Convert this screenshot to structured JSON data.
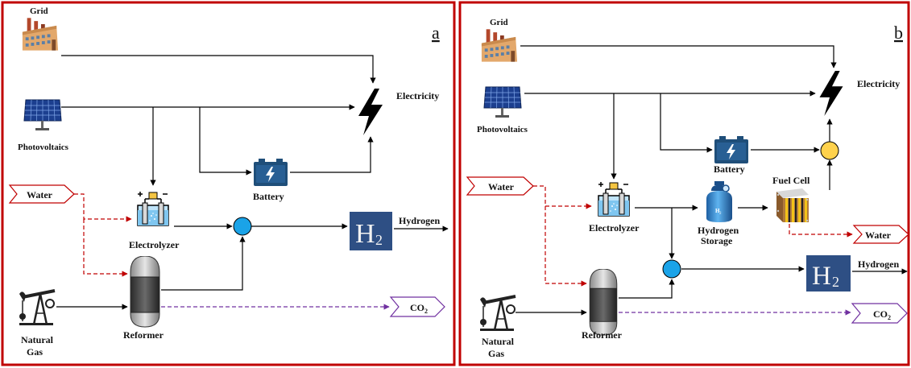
{
  "panels": [
    {
      "letter": "a",
      "labels": {
        "grid": "Grid",
        "photovoltaics": "Photovoltaics",
        "electricity": "Electricity",
        "battery": "Battery",
        "water": "Water",
        "electrolyzer": "Electrolyzer",
        "hydrogen": "Hydrogen",
        "reformer": "Reformer",
        "natural_gas_1": "Natural",
        "natural_gas_2": "Gas",
        "co2": "CO",
        "co2_sub": "2",
        "h2": "H",
        "h2_sub": "2"
      }
    },
    {
      "letter": "b",
      "labels": {
        "grid": "Grid",
        "photovoltaics": "Photovoltaics",
        "electricity": "Electricity",
        "battery": "Battery",
        "water": "Water",
        "electrolyzer": "Electrolyzer",
        "hydrogen_storage_1": "Hydrogen",
        "hydrogen_storage_2": "Storage",
        "tank_label": "H",
        "tank_sub": "2",
        "fuel_cell": "Fuel Cell",
        "water_out": "Water",
        "hydrogen": "Hydrogen",
        "reformer": "Reformer",
        "natural_gas_1": "Natural",
        "natural_gas_2": "Gas",
        "co2": "CO",
        "co2_sub": "2",
        "h2": "H",
        "h2_sub": "2"
      }
    }
  ],
  "colors": {
    "frame": "#c00000",
    "flow": "#000000",
    "water_dashed": "#c00000",
    "co2_dashed": "#7030a0",
    "mixer_blue": "#1aa3e8",
    "mixer_yellow": "#ffd24d",
    "battery": "#1f4e79",
    "h2_tile": "#1f3f73"
  },
  "icons": [
    "factory-icon",
    "solar-panel-icon",
    "lightning-bolt-icon",
    "battery-icon",
    "electrolyzer-icon",
    "reformer-icon",
    "pump-jack-icon",
    "hydrogen-tile-icon",
    "gas-tank-icon",
    "fuel-cell-icon",
    "mixer-node-icon"
  ]
}
